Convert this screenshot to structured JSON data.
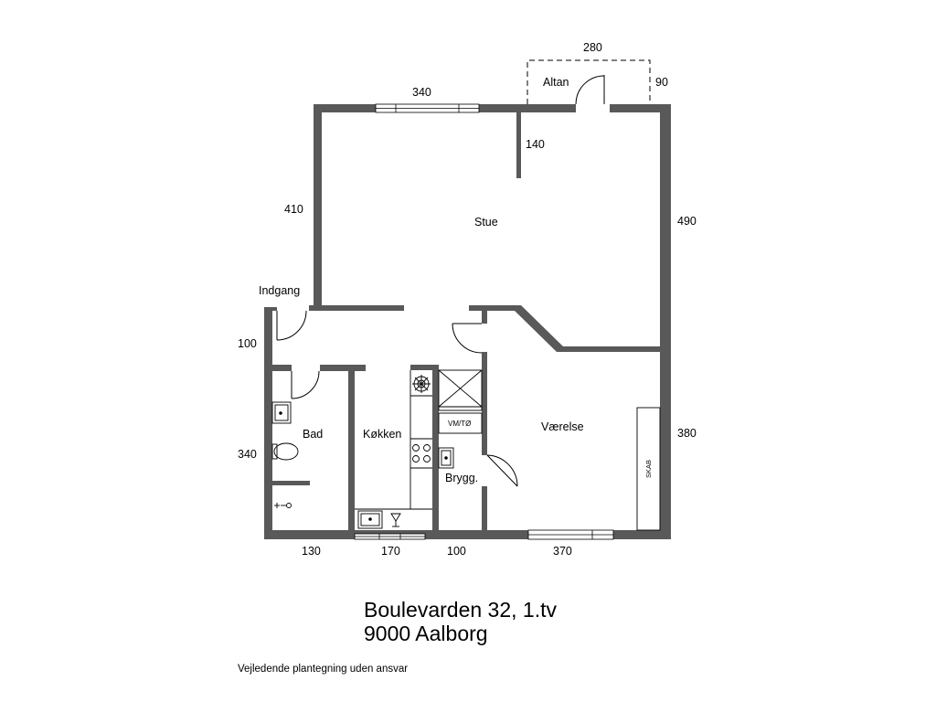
{
  "rooms": {
    "stue": "Stue",
    "altan": "Altan",
    "indgang": "Indgang",
    "bad": "Bad",
    "kokken": "Køkken",
    "vaerelse": "Værelse",
    "brygg": "Brygg.",
    "vmto": "VM/TØ",
    "skab": "SKAB"
  },
  "dimensions": {
    "top_window": "340",
    "altan_width": "280",
    "altan_depth": "90",
    "stue_partition": "140",
    "left_upper": "410",
    "right_upper": "490",
    "left_entry": "100",
    "left_lower": "340",
    "right_lower": "380",
    "bottom_bad": "130",
    "bottom_kokken": "170",
    "bottom_brygg": "100",
    "bottom_vaerelse": "370"
  },
  "address": {
    "line1": "Boulevarden 32, 1.tv",
    "line2": "9000 Aalborg"
  },
  "disclaimer": "Vejledende plantegning uden ansvar",
  "colors": {
    "wall": "#595959",
    "line": "#000000",
    "window_fill": "#ffffff"
  }
}
